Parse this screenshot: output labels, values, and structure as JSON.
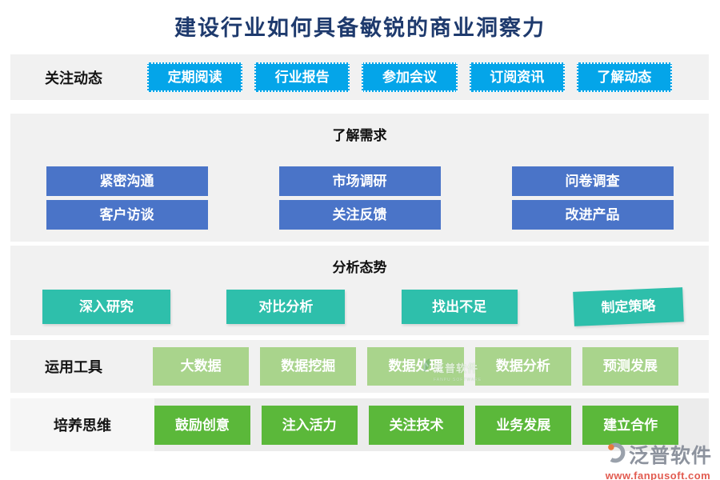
{
  "title": "建设行业如何具备敏锐的商业洞察力",
  "sections": {
    "follow": {
      "label": "关注动态",
      "buttons": [
        "定期阅读",
        "行业报告",
        "参加会议",
        "订阅资讯",
        "了解动态"
      ]
    },
    "needs": {
      "header": "了解需求",
      "buttons": [
        "紧密沟通",
        "市场调研",
        "问卷调查",
        "客户访谈",
        "关注反馈",
        "改进产品"
      ]
    },
    "analyze": {
      "header": "分析态势",
      "buttons": [
        "深入研究",
        "对比分析",
        "找出不足",
        "制定策略"
      ]
    },
    "tools": {
      "label": "运用工具",
      "buttons": [
        "大数据",
        "数据挖掘",
        "数据处理",
        "数据分析",
        "预测发展"
      ]
    },
    "mindset": {
      "label": "培养思维",
      "buttons": [
        "鼓励创意",
        "注入活力",
        "关注技术",
        "业务发展",
        "建立合作"
      ]
    }
  },
  "branding": {
    "logo_text": "泛普软件",
    "website": "www.fanpusoft.com",
    "watermark_text": "泛普软件",
    "watermark_subtext": "FANPU SOFTWARE"
  },
  "colors": {
    "title_navy": "#1e3a6d",
    "band_gray": "#f1f1f1",
    "follow_blue": "#04a5e9",
    "needs_blue": "#4a74c8",
    "analyze_teal": "#2ebfab",
    "tools_light_green": "#a9d48c",
    "mindset_green": "#5bb83a",
    "logo_gray": "#8d939e",
    "website_red": "#e25b50"
  }
}
